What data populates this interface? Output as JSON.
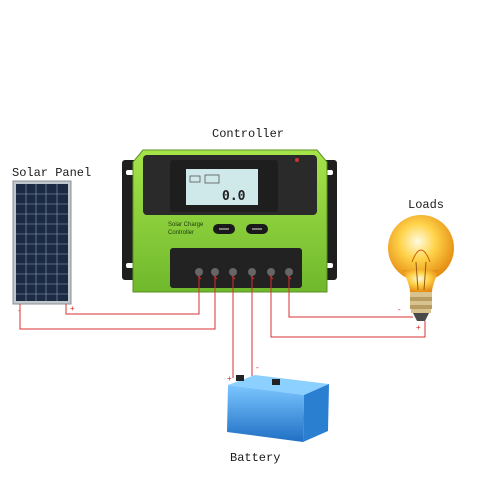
{
  "labels": {
    "controller": "Controller",
    "solar_panel": "Solar Panel",
    "loads": "Loads",
    "battery": "Battery"
  },
  "controller_text": {
    "line1": "Solar Charge",
    "line2": "Controller",
    "lcd_reading": "0.0"
  },
  "polarity": {
    "plus": "+",
    "minus": "-"
  },
  "colors": {
    "controller_green": "#8fd63a",
    "wire_red": "#d93030",
    "battery_blue": "#2f8fe0",
    "lcd": "#cfe8ea"
  }
}
